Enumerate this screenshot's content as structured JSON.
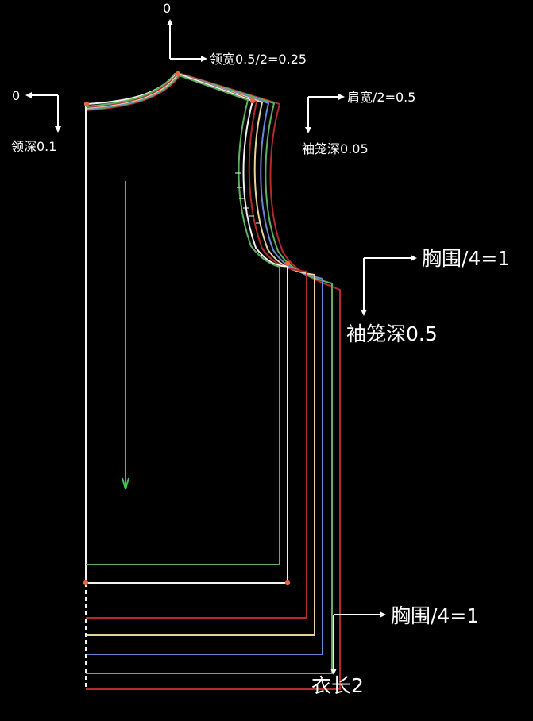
{
  "colors": {
    "background": "#000000",
    "white": "#f2f2f2",
    "green": "#5fb15f",
    "red": "#b52a2a",
    "yellow": "#e7d39a",
    "blue": "#6c86d6",
    "orange_dot": "#e8663a",
    "bright_green": "#37c95a"
  },
  "annotations": {
    "neck_width_zero": "0",
    "neck_width": "领宽0.5/2=0.25",
    "neck_depth_zero": "0",
    "neck_depth": "领深0.1",
    "shoulder_width": "肩宽/2=0.5",
    "armhole_depth_small": "袖笼深0.05",
    "chest_upper": "胸围/4=1",
    "armhole_depth_large": "袖笼深0.5",
    "chest_lower": "胸围/4=1",
    "length": "衣长2"
  }
}
